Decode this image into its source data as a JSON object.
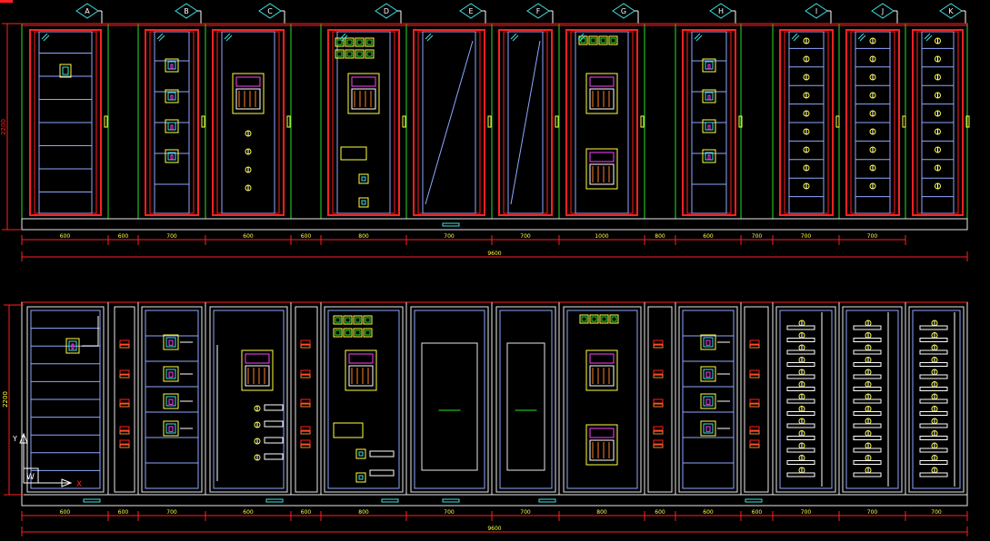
{
  "colors": {
    "background": "#000000",
    "frame": "#e8e8e8",
    "red": "#ff2020",
    "green": "#28e028",
    "blue": "#8ea8ff",
    "yellow": "#ffff40",
    "cyan": "#40e0e0",
    "magenta": "#ff40ff",
    "orange": "#ff8020",
    "white": "#ffffff"
  },
  "cabinet_letters": [
    "A",
    "B",
    "C",
    "D",
    "E",
    "F",
    "G",
    "H",
    "I",
    "J",
    "K"
  ],
  "front_view": {
    "height_dim": "2200",
    "widths": [
      "600",
      "600",
      "700",
      "600",
      "600",
      "800",
      "700",
      "700",
      "1000",
      "800",
      "600",
      "700",
      "700",
      "700"
    ],
    "total": "9600"
  },
  "side_view": {
    "height_dim": "2200",
    "widths": [
      "600",
      "600",
      "700",
      "600",
      "600",
      "800",
      "700",
      "700",
      "800",
      "600",
      "600",
      "600",
      "700",
      "700",
      "700"
    ],
    "total": "9600"
  },
  "ucs": {
    "x_label": "X",
    "y_label": "Y",
    "w_label": "W"
  }
}
